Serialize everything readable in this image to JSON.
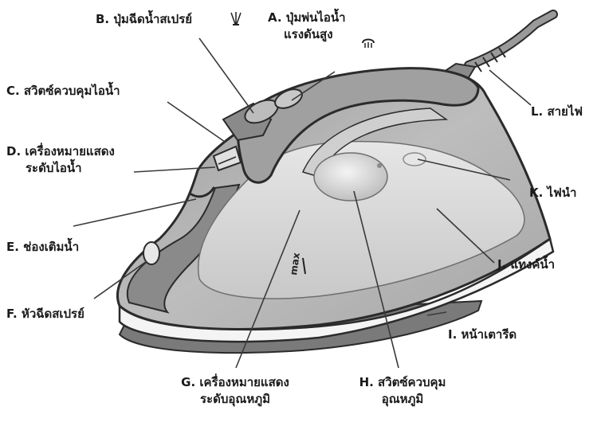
{
  "labels": {
    "a": {
      "line1": "A. ปุ่มพ่นไอน้ำ",
      "line2": "แรงดันสูง",
      "icon": "steam-burst-icon"
    },
    "b": {
      "line1": "B. ปุ่มฉีดน้ำสเปรย์",
      "icon": "spray-icon"
    },
    "c": {
      "line1": "C. สวิตซ์ควบคุมไอน้ำ"
    },
    "d": {
      "line1": "D. เครื่องหมายแสดง",
      "line2": "ระดับไอน้ำ"
    },
    "e": {
      "line1": "E. ช่องเติมน้ำ"
    },
    "f": {
      "line1": "F. หัวฉีดสเปรย์"
    },
    "g": {
      "line1": "G. เครื่องหมายแสดง",
      "line2": "ระดับอุณหภูมิ"
    },
    "h": {
      "line1": "H. สวิตซ์ควบคุม",
      "line2": "อุณหภูมิ"
    },
    "i": {
      "line1": "I. หน้าเตารีด"
    },
    "j": {
      "line1": "J. แทงค์น้ำ"
    },
    "k": {
      "line1": "K. ไฟนำ"
    },
    "l": {
      "line1": "L. สายไฟ"
    }
  },
  "dial_marking": "max",
  "colors": {
    "outline": "#2b2b2b",
    "leader": "#3a3a3a",
    "body_dark": "#8c8c8c",
    "body_mid": "#b5b5b5",
    "body_light": "#dadada",
    "soleplate": "#7a7a7a"
  }
}
